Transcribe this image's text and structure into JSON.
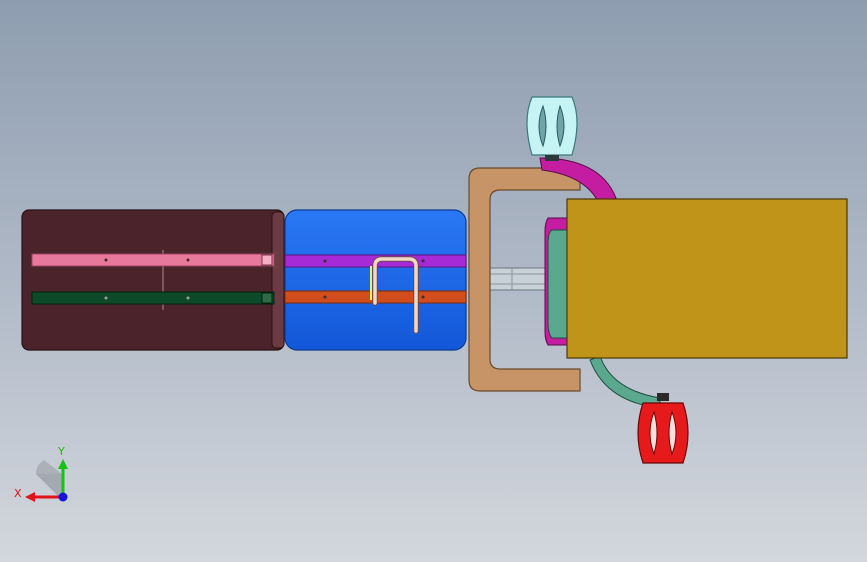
{
  "viewport": {
    "background_top": "#8e9db0",
    "background_bottom": "#d3d7dd"
  },
  "model": {
    "parts": [
      "rear-panel",
      "middle-panel",
      "u-bracket",
      "yellow-block",
      "light-cyan-pedal",
      "red-pedal",
      "magenta-crank",
      "teal-crank"
    ],
    "colors": {
      "rear_panel": "#4a242a",
      "pink_rail": "#e77a9c",
      "green_rail": "#0d4a2a",
      "middle_panel": "#1d6cf0",
      "purple_rail": "#a62ad6",
      "orange_rail": "#d14d1c",
      "u_bracket": "#c69467",
      "yellow_block": "#c09418",
      "cyan_pedal": "#c6f3f3",
      "red_pedal": "#e61a1a",
      "magenta": "#c41da2",
      "teal": "#5aa98e"
    }
  },
  "triad": {
    "x_label": "X",
    "y_label": "Y",
    "x_color": "#e01414",
    "y_color": "#13c413",
    "z_color": "#1414e0"
  }
}
